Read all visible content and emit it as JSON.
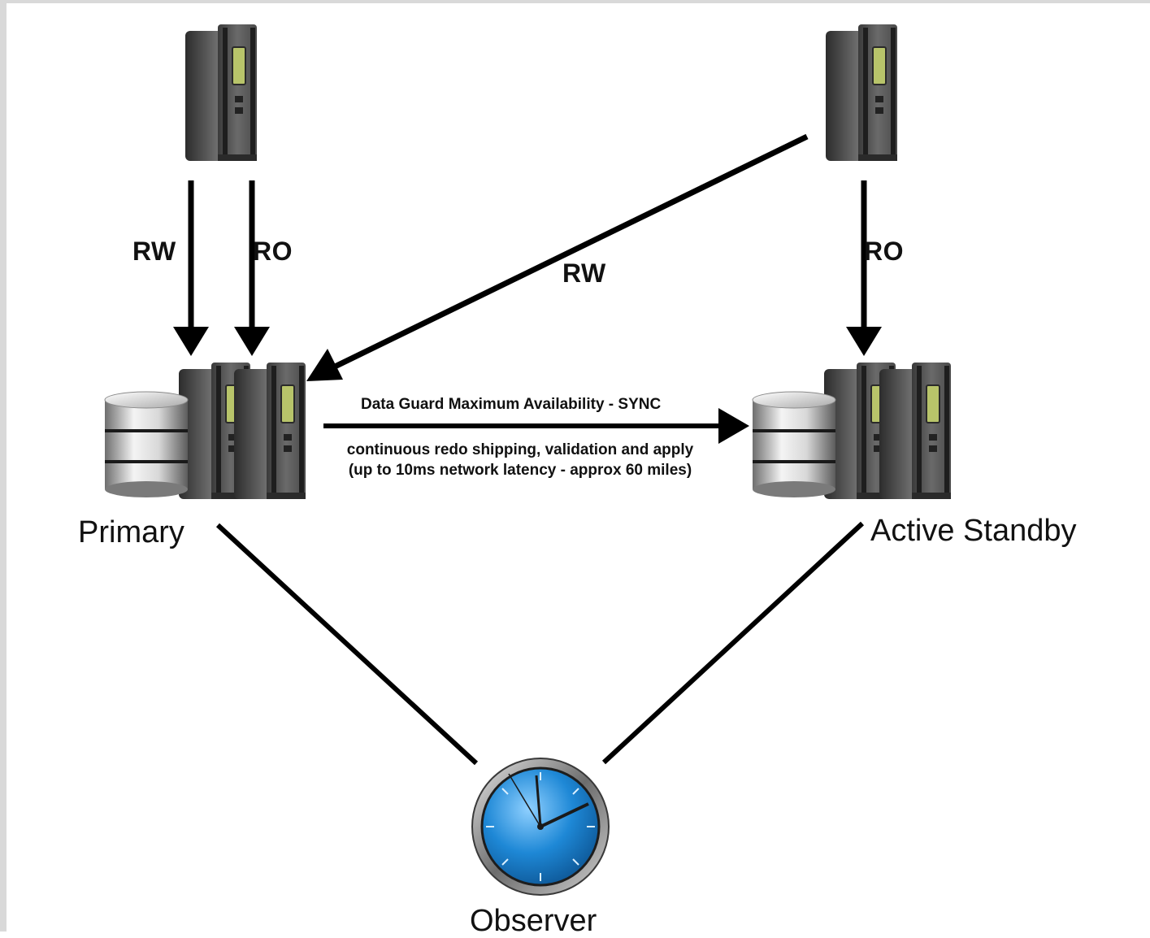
{
  "nodes": {
    "client_left": {
      "icon": "app-server-icon"
    },
    "client_right": {
      "icon": "app-server-icon"
    },
    "primary": {
      "label": "Primary",
      "icon": "database-server-icon"
    },
    "standby": {
      "label": "Active Standby",
      "icon": "database-server-icon"
    },
    "observer": {
      "label": "Observer",
      "icon": "clock-icon"
    }
  },
  "edges": {
    "left_rw": {
      "label": "RW",
      "from": "client_left",
      "to": "primary"
    },
    "left_ro": {
      "label": "RO",
      "from": "client_left",
      "to": "primary"
    },
    "right_rw": {
      "label": "RW",
      "from": "client_right",
      "to": "primary"
    },
    "right_ro": {
      "label": "RO",
      "from": "client_right",
      "to": "standby"
    },
    "sync": {
      "from": "primary",
      "to": "standby",
      "title": "Data Guard Maximum Availability - SYNC",
      "line1": "continuous redo shipping, validation and apply",
      "line2": "(up to 10ms network latency - approx 60 miles)"
    },
    "observer_primary": {
      "from": "observer",
      "to": "primary"
    },
    "observer_standby": {
      "from": "observer",
      "to": "standby"
    }
  },
  "colors": {
    "line": "#000000",
    "clock_face": "#1e88d6",
    "server_body": "#5a5a5a",
    "server_display": "#b8c46a"
  }
}
